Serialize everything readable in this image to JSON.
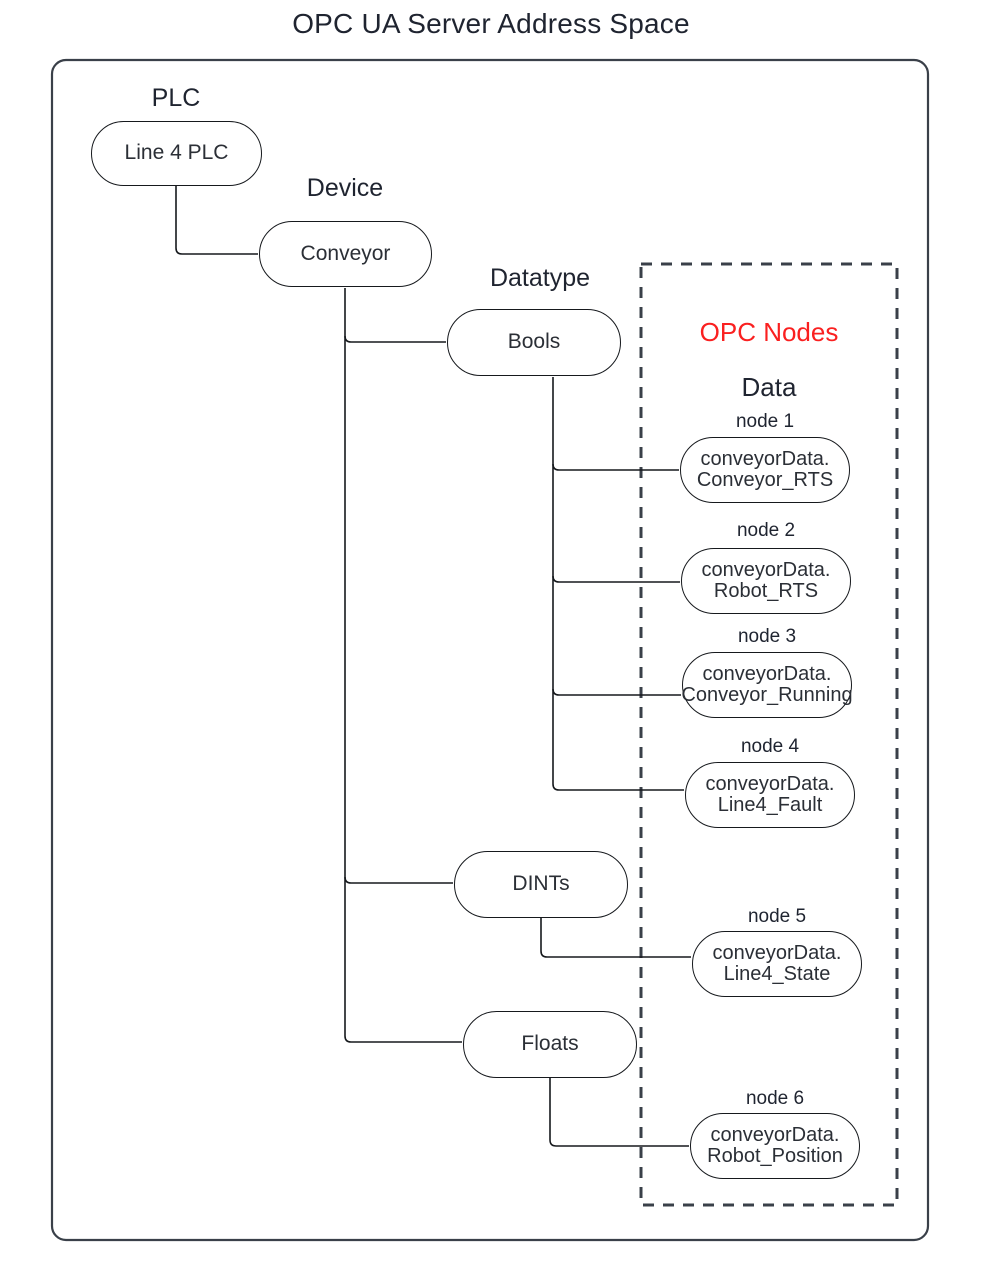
{
  "title": "OPC UA Server Address Space",
  "colors": {
    "stroke": "#16191d",
    "container_stroke": "#3a4049",
    "text": "#1f2430",
    "accent_red": "#fa2020",
    "background": "#ffffff"
  },
  "group_labels": {
    "plc": "PLC",
    "device": "Device",
    "datatype": "Datatype"
  },
  "opc_panel": {
    "title": "OPC Nodes",
    "subtitle": "Data"
  },
  "tree": {
    "plc": {
      "label": "Line 4 PLC"
    },
    "device": {
      "label": "Conveyor"
    },
    "datatypes": [
      {
        "id": "bools",
        "label": "Bools"
      },
      {
        "id": "dints",
        "label": "DINTs"
      },
      {
        "id": "floats",
        "label": "Floats"
      }
    ]
  },
  "nodes": [
    {
      "caption": "node 1",
      "line1": "conveyorData.",
      "line2": "Conveyor_RTS",
      "parent": "bools"
    },
    {
      "caption": "node 2",
      "line1": "conveyorData.",
      "line2": "Robot_RTS",
      "parent": "bools"
    },
    {
      "caption": "node 3",
      "line1": "conveyorData.",
      "line2": "Conveyor_Running",
      "parent": "bools"
    },
    {
      "caption": "node 4",
      "line1": "conveyorData.",
      "line2": "Line4_Fault",
      "parent": "bools"
    },
    {
      "caption": "node 5",
      "line1": "conveyorData.",
      "line2": "Line4_State",
      "parent": "dints"
    },
    {
      "caption": "node 6",
      "line1": "conveyorData.",
      "line2": "Robot_Position",
      "parent": "floats"
    }
  ]
}
